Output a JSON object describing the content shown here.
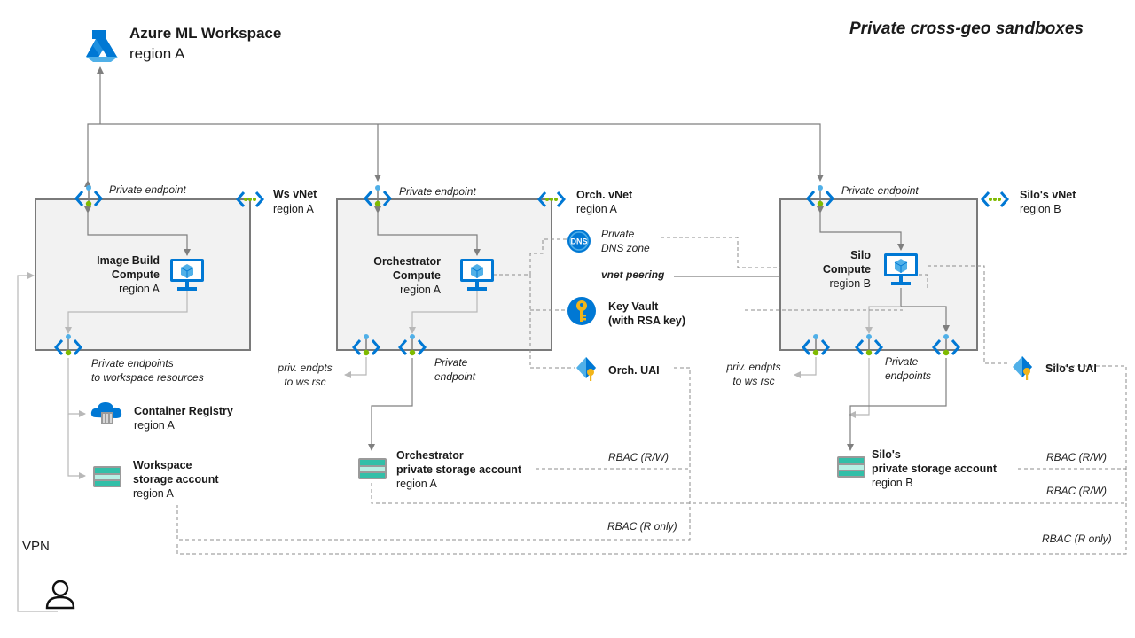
{
  "title": "Private cross-geo sandboxes",
  "workspace": {
    "name": "Azure ML Workspace",
    "region": "region A",
    "icon": "azure-ml-icon"
  },
  "vpn_label": "VPN",
  "ws_vnet": {
    "name": "Ws vNet",
    "region": "region A",
    "pe_label": "Private endpoint",
    "compute": {
      "l1": "Image Build",
      "l2": "Compute",
      "region": "region A"
    },
    "pe_resources": {
      "l1": "Private endpoints",
      "l2": "to workspace resources"
    }
  },
  "container_registry": {
    "name": "Container Registry",
    "region": "region A"
  },
  "ws_storage": {
    "l1": "Workspace",
    "l2": "storage account",
    "region": "region A"
  },
  "orch_vnet": {
    "name": "Orch. vNet",
    "region": "region A",
    "pe_label": "Private endpoint",
    "compute": {
      "l1": "Orchestrator",
      "l2": "Compute",
      "region": "region A"
    },
    "priv_endpts": {
      "l1": "priv. endpts",
      "l2": "to ws rsc"
    },
    "pe2": {
      "l1": "Private",
      "l2": "endpoint"
    }
  },
  "dns_zone": {
    "l1": "Private",
    "l2": "DNS zone",
    "icon_text": "DNS"
  },
  "vnet_peering": "vnet peering",
  "key_vault": {
    "l1": "Key Vault",
    "l2": "(with RSA key)"
  },
  "orch_uai": "Orch. UAI",
  "orch_storage": {
    "l1": "Orchestrator",
    "l2": "private storage account",
    "region": "region A"
  },
  "silo_vnet": {
    "name": "Silo's vNet",
    "region": "region B",
    "pe_label": "Private endpoint",
    "compute": {
      "l1": "Silo",
      "l2": "Compute",
      "region": "region B"
    },
    "priv_endpts": {
      "l1": "priv. endpts",
      "l2": "to ws rsc"
    },
    "pe2": {
      "l1": "Private",
      "l2": "endpoints"
    }
  },
  "silo_uai": "Silo's UAI",
  "silo_storage": {
    "l1": "Silo's",
    "l2": "private storage account",
    "region": "region B"
  },
  "rbac": {
    "orch_rw": "RBAC (R/W)",
    "orch_r": "RBAC (R only)",
    "silo_rw1": "RBAC (R/W)",
    "silo_rw2": "RBAC (R/W)",
    "silo_r": "RBAC (R only)"
  },
  "colors": {
    "azure_blue": "#0078d4",
    "light_blue": "#50b0e8",
    "green": "#7fba00",
    "teal": "#32bfa8",
    "key_gold": "#f2b51a",
    "vnet_fill": "#f2f2f2",
    "vnet_border": "#7a7a7a",
    "arrow": "#7f7f7f",
    "arrow_light": "#b8b8b8",
    "dashed": "#8c8c8c"
  }
}
